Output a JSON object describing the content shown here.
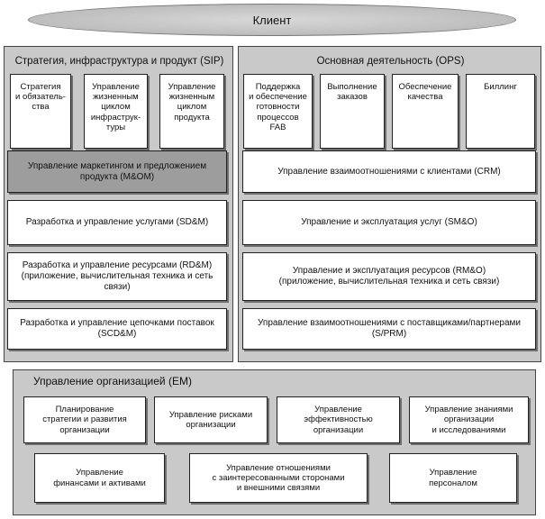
{
  "client": {
    "label": "Клиент"
  },
  "sip": {
    "title": "Стратегия, инфраструктура и продукт (SIP)",
    "columns": [
      "Стратегия\nи обязатель-\nства",
      "Управление\nжизненным\nциклом\nинфраструк-\nтуры",
      "Управление\nжизненным\nциклом\nпродукта"
    ],
    "rows": [
      "Управление маркетингом и предложением\nпродукта (M&OM)",
      "Разработка и управление услугами (SD&M)",
      "Разработка и управление ресурсами (RD&M)\n(приложение, вычислительная техника и сеть\nсвязи)",
      "Разработка и управление цепочками поставок\n(SCD&M)"
    ]
  },
  "ops": {
    "title": "Основная деятельность (OPS)",
    "columns": [
      "Поддержка\nи обеспечение\nготовности\nпроцессов\nFAB",
      "Выполнение\nзаказов",
      "Обеспечение\nкачества",
      "Биллинг"
    ],
    "rows": [
      "Управление взаимоотношениями с клиентами (CRM)",
      "Управление и эксплуатация услуг (SM&O)",
      "Управление и эксплуатация ресурсов (RM&O)\n(приложение, вычислительная техника и сеть связи)",
      "Управление взаимоотношениями с поставщиками/партнерами\n(S/PRM)"
    ]
  },
  "em": {
    "title": "Управление организацией (EM)",
    "row1": [
      "Планирование\nстратегии и развития\nорганизации",
      "Управление рисками\nорганизации",
      "Управление\nэффективностью\nорганизации",
      "Управление знаниями\nорганизации\nи исследованиями"
    ],
    "row2": [
      "Управление\nфинансами и активами",
      "Управление отношениями\nс заинтересованными сторонами\nи внешними связями",
      "Управление\nперсоналом"
    ]
  }
}
